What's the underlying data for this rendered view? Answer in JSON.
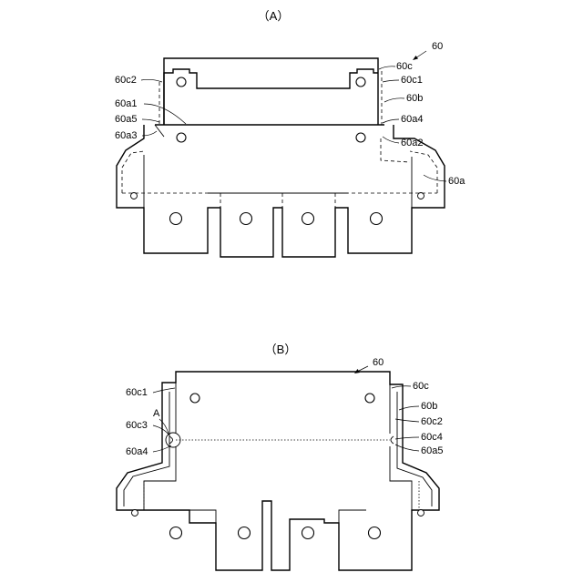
{
  "figure_a": {
    "title": "（A）",
    "ref": "60",
    "labels": {
      "c2": "60c2",
      "c": "60c",
      "c1": "60c1",
      "b": "60b",
      "a1": "60a1",
      "a5": "60a5",
      "a4": "60a4",
      "a3": "60a3",
      "a2": "60a2",
      "a": "60a"
    }
  },
  "figure_b": {
    "title": "（B）",
    "ref": "60",
    "labels": {
      "c1": "60c1",
      "c": "60c",
      "b": "60b",
      "c2": "60c2",
      "A": "A",
      "c3": "60c3",
      "c4": "60c4",
      "a4": "60a4",
      "a5": "60a5"
    }
  }
}
